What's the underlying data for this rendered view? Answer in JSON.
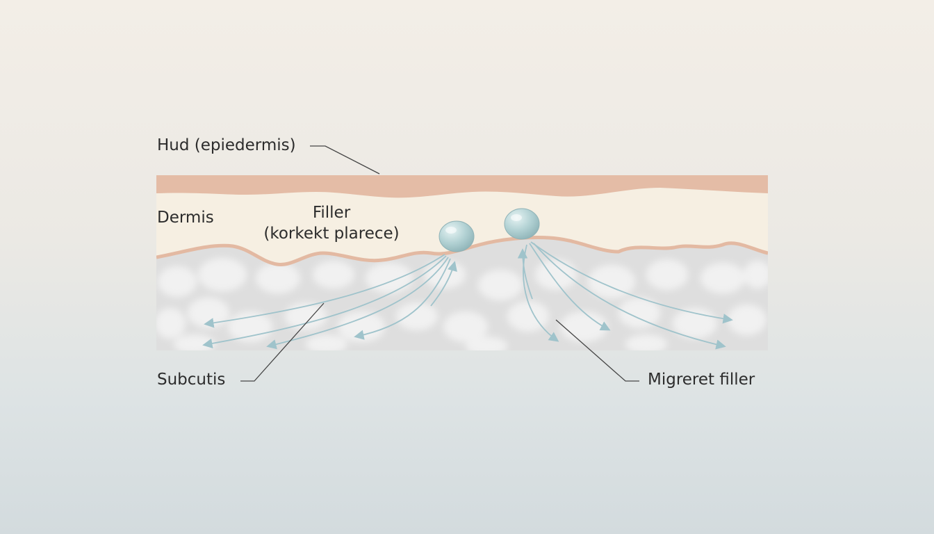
{
  "labels": {
    "epidermis": "Hud (epiedermis)",
    "dermis": "Dermis",
    "filler_line1": "Filler",
    "filler_line2": "(korkekt plarece)",
    "subcutis": "Subcutis",
    "migrated": "Migreret filler"
  },
  "colors": {
    "epidermis": "#e4bca6",
    "dermis": "#f6efe2",
    "subcutis": "#dcdcdc",
    "filler": "#a9cdd0",
    "arrows": "#9fc3cb",
    "leader": "#444444"
  },
  "icons": [
    "filler-droplet",
    "migration-arrow"
  ]
}
